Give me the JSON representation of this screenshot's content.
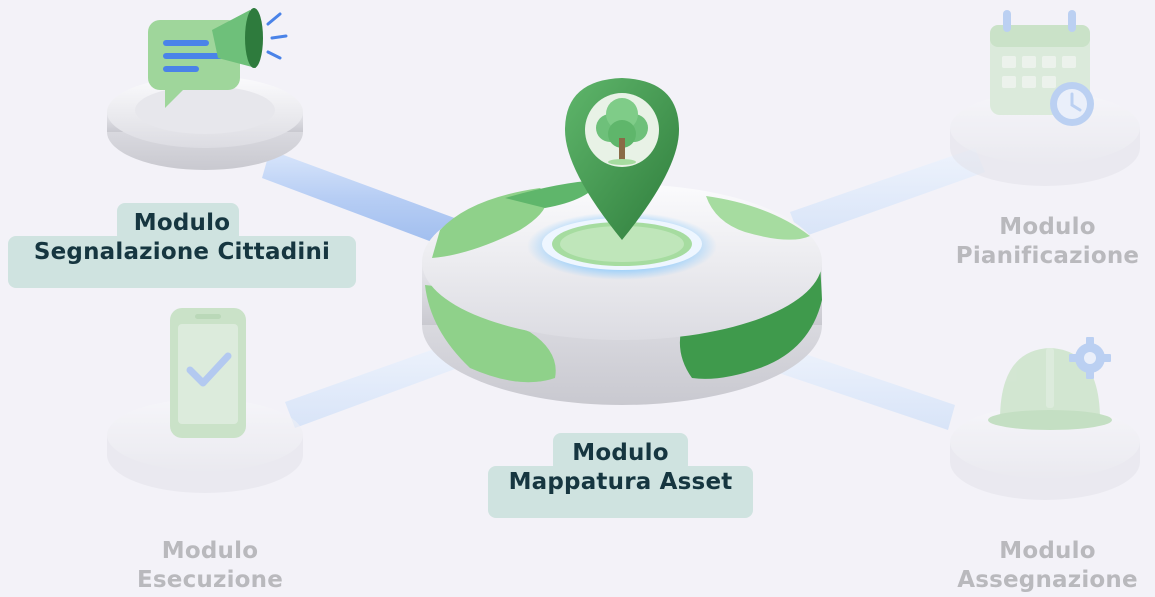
{
  "modules": {
    "center": {
      "line1": "Modulo",
      "line2": "Mappatura Asset",
      "state": "active",
      "icon": "map-pin-tree-icon"
    },
    "top_left": {
      "line1": "Modulo",
      "line2": "Segnalazione Cittadini",
      "state": "active",
      "icon": "megaphone-chat-icon"
    },
    "top_right": {
      "line1": "Modulo",
      "line2": "Pianificazione",
      "state": "inactive",
      "icon": "calendar-clock-icon"
    },
    "bottom_left": {
      "line1": "Modulo",
      "line2": "Esecuzione",
      "state": "inactive",
      "icon": "phone-check-icon"
    },
    "bottom_right": {
      "line1": "Modulo",
      "line2": "Assegnazione",
      "state": "inactive",
      "icon": "helmet-gear-icon"
    }
  },
  "colors": {
    "background": "#f3f2f8",
    "label_active": "#163640",
    "label_inactive": "#b9b9bd",
    "label_pill": "#cfe3e0",
    "accent_green": "#3f9a4c",
    "light_green": "#8fd18a",
    "connector_blue": "#bcd3f6",
    "glow_blue": "#5fb5ff"
  }
}
